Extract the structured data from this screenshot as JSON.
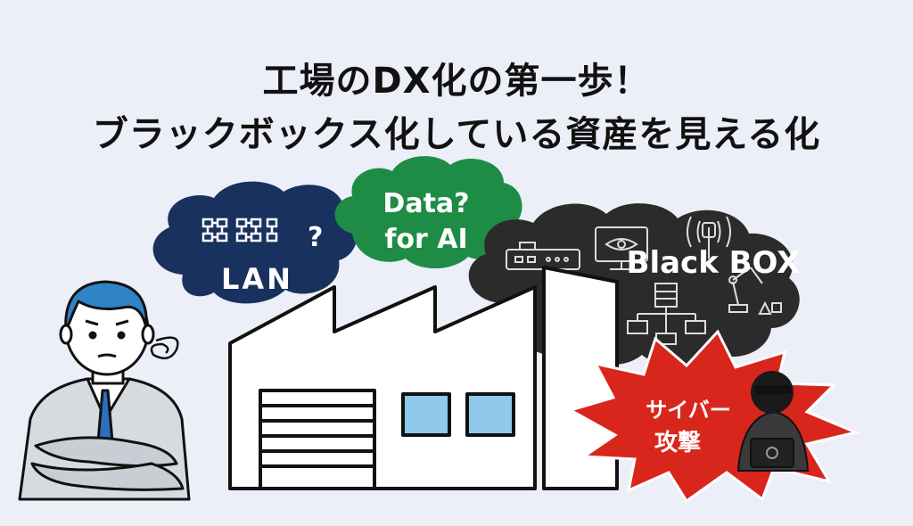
{
  "title": {
    "line1": "工場のDX化の第一歩！",
    "line2": "ブラックボックス化している資産を見える化"
  },
  "bubbles": {
    "lan": {
      "question_mark": "?",
      "label": "LAN"
    },
    "data": {
      "line1": "Data?",
      "line2": "for AI"
    },
    "blackbox": {
      "label": "Black BOX"
    }
  },
  "cyber": {
    "line1": "サイバー",
    "line2": "攻撃"
  },
  "colors": {
    "background": "#eceef8",
    "lan_cloud": "#18315e",
    "data_cloud": "#1e8c45",
    "blackbox_cloud": "#2b2b2b",
    "cyber_burst": "#d9261c",
    "window_blue": "#8ec8ea"
  }
}
